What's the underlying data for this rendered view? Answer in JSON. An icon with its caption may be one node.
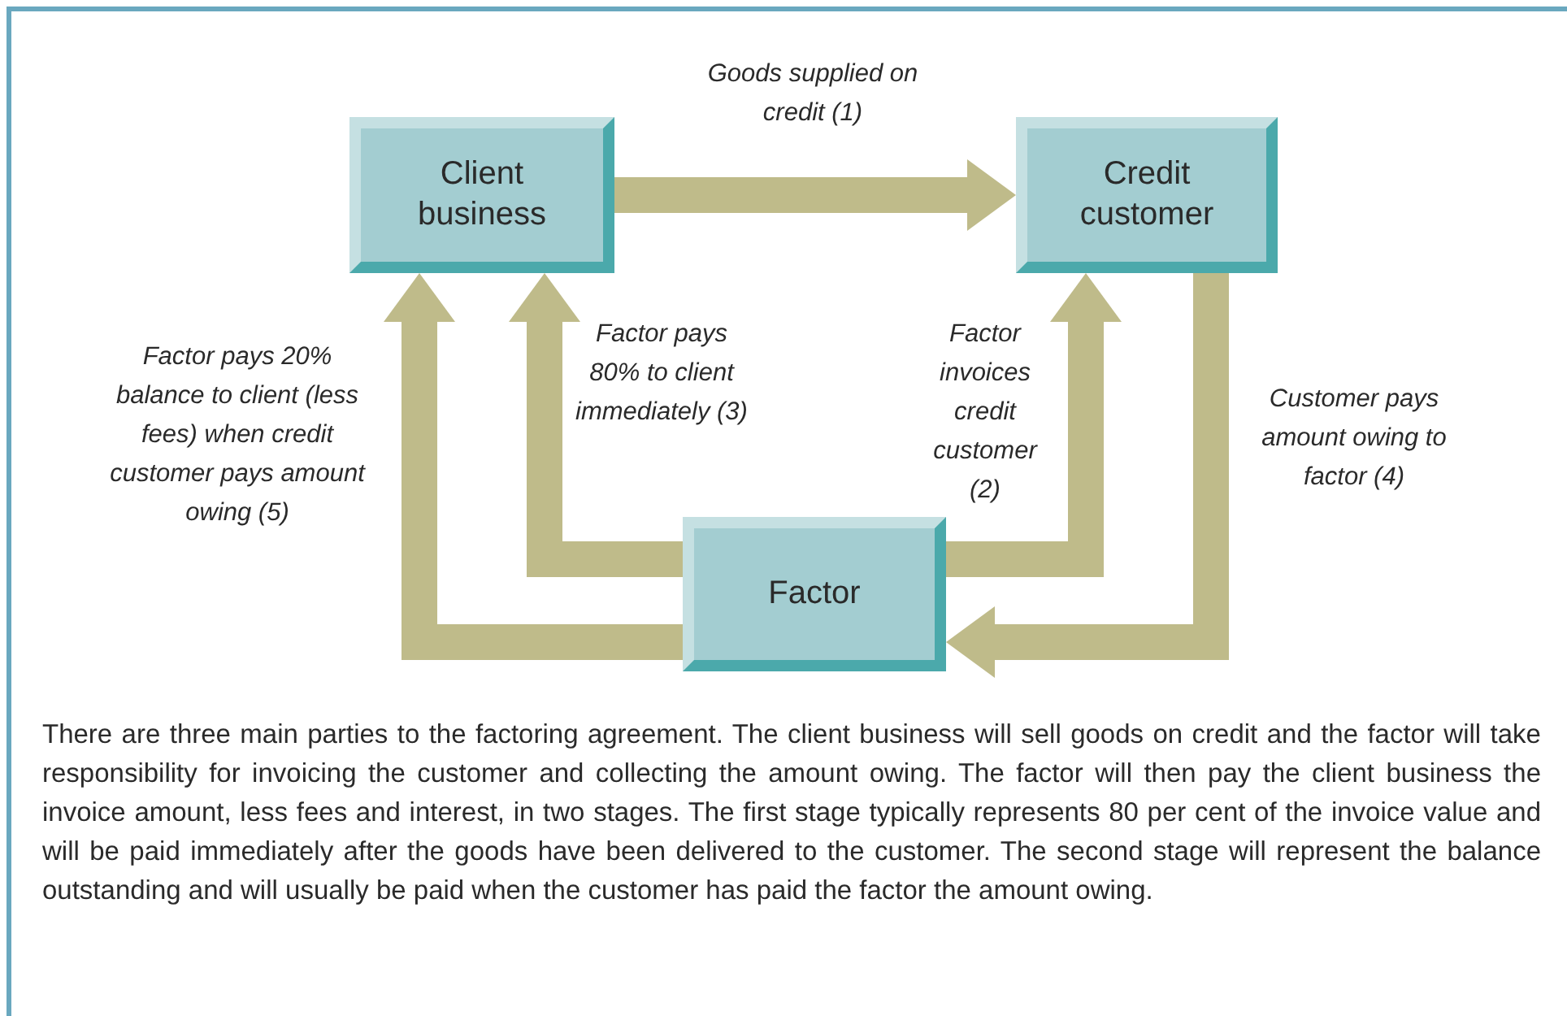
{
  "diagram": {
    "nodes": [
      {
        "text": [
          "Client business"
        ]
      },
      {
        "text": [
          "Credit customer"
        ]
      },
      {
        "text": [
          "Factor"
        ]
      }
    ],
    "edges": [
      {
        "from": 0,
        "to": 1,
        "arrow": "to",
        "label": "Goods supplied on credit (1)"
      },
      {
        "from": 2,
        "to": 1,
        "arrow": "to",
        "label": "Factor invoices credit customer (2)"
      },
      {
        "from": 2,
        "to": 0,
        "arrow": "to",
        "label": "Factor pays 80% to client immediately (3)"
      },
      {
        "from": 1,
        "to": 2,
        "arrow": "to",
        "label": "Customer pays amount owing to factor (4)"
      },
      {
        "from": 2,
        "to": 0,
        "arrow": "to",
        "label": "Factor pays 20% balance to client (less fees) when credit customer pays amount owing (5)"
      }
    ],
    "caption": "There are three main parties to the factoring agreement. The client business will sell goods on credit and the factor will take responsibility for invoicing the customer and collecting the amount owing. The factor will then pay the client business the invoice amount, less fees and interest, in two stages. The first stage typically represents 80 per cent of the invoice value and will be paid immediately after the goods have been delivered to the customer. The second stage will represent the balance outstanding and will usually be paid when the customer has paid the factor the amount owing."
  }
}
